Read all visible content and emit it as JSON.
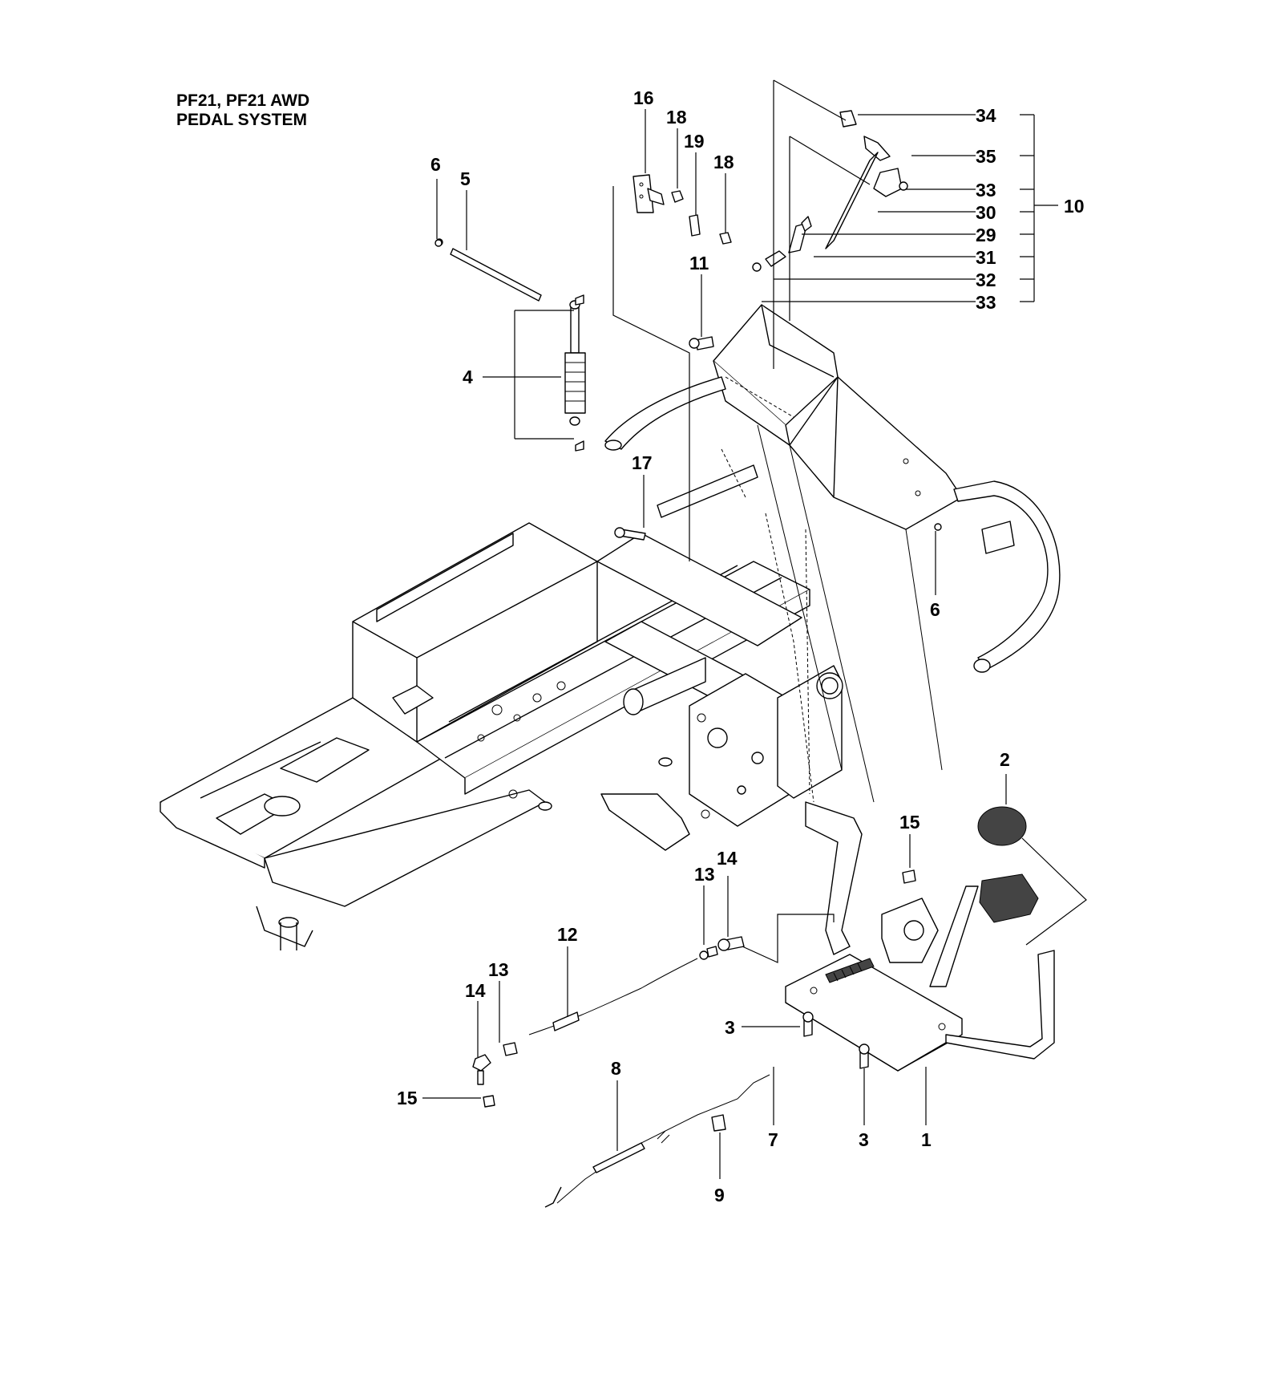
{
  "title": {
    "line1": "PF21, PF21 AWD",
    "line2": "PEDAL SYSTEM"
  },
  "callouts": [
    "1",
    "2",
    "3",
    "3",
    "4",
    "5",
    "6",
    "6",
    "7",
    "8",
    "9",
    "10",
    "11",
    "12",
    "13",
    "13",
    "14",
    "14",
    "15",
    "15",
    "16",
    "17",
    "18",
    "18",
    "19",
    "29",
    "30",
    "31",
    "32",
    "33",
    "33",
    "34",
    "35"
  ]
}
